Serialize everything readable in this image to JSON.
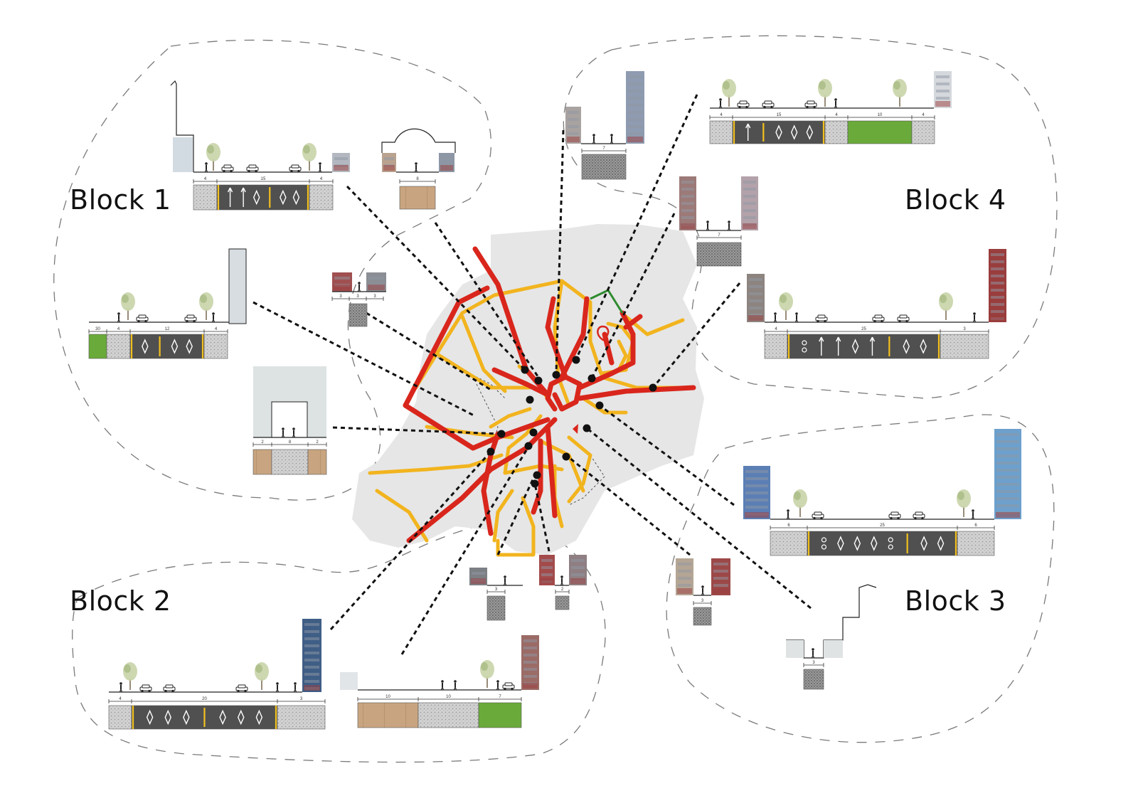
{
  "blocks": [
    {
      "id": 1,
      "label": "Block 1"
    },
    {
      "id": 2,
      "label": "Block 2"
    },
    {
      "id": 3,
      "label": "Block 3"
    },
    {
      "id": 4,
      "label": "Block 4"
    }
  ],
  "colors": {
    "primary_road": "#d9261c",
    "secondary_road": "#f2b41e",
    "green_path": "#2e8b2e",
    "district_fill": "#e6e6e6",
    "asphalt": "#505050",
    "paving": "#cccccc",
    "grass": "#6aaa3a",
    "wood_deck": "#c8a580",
    "lane_yellow": "#f2c01e"
  },
  "icons": [
    "tree-icon",
    "car-icon",
    "pedestrian-icon",
    "streetlight-icon",
    "lane-arrow-icon",
    "diamond-lane-icon",
    "bicycle-icon"
  ],
  "sections": {
    "b1_main": {
      "dims": [
        "4",
        "15",
        "4"
      ]
    },
    "b1_arcade": {
      "dims": [
        "8"
      ]
    },
    "b1_grass": {
      "dims": [
        "30",
        "4",
        "12",
        "4"
      ]
    },
    "b1_alley": {
      "dims": [
        "3",
        "3",
        "3"
      ]
    },
    "b1_tunnel": {
      "dims": [
        "2",
        "8",
        "2"
      ]
    },
    "b4_alley_a": {
      "dims": [
        "7"
      ]
    },
    "b4_main": {
      "dims": [
        "4",
        "15",
        "4",
        "10",
        "4"
      ]
    },
    "b4_alley_b": {
      "dims": [
        "7"
      ]
    },
    "b4_wide": {
      "dims": [
        "4",
        "25",
        "3"
      ]
    },
    "b3_wide": {
      "dims": [
        "6",
        "25",
        "6"
      ]
    },
    "b3_alley": {
      "dims": [
        "3"
      ]
    },
    "b3_step": {
      "dims": [
        "3"
      ]
    },
    "b2_alley_a": {
      "dims": [
        "3"
      ]
    },
    "b2_alley_b": {
      "dims": [
        "2"
      ]
    },
    "b2_main": {
      "dims": [
        "4",
        "20",
        "3"
      ]
    },
    "b2_plaza": {
      "dims": [
        "10",
        "10",
        "7"
      ]
    }
  }
}
